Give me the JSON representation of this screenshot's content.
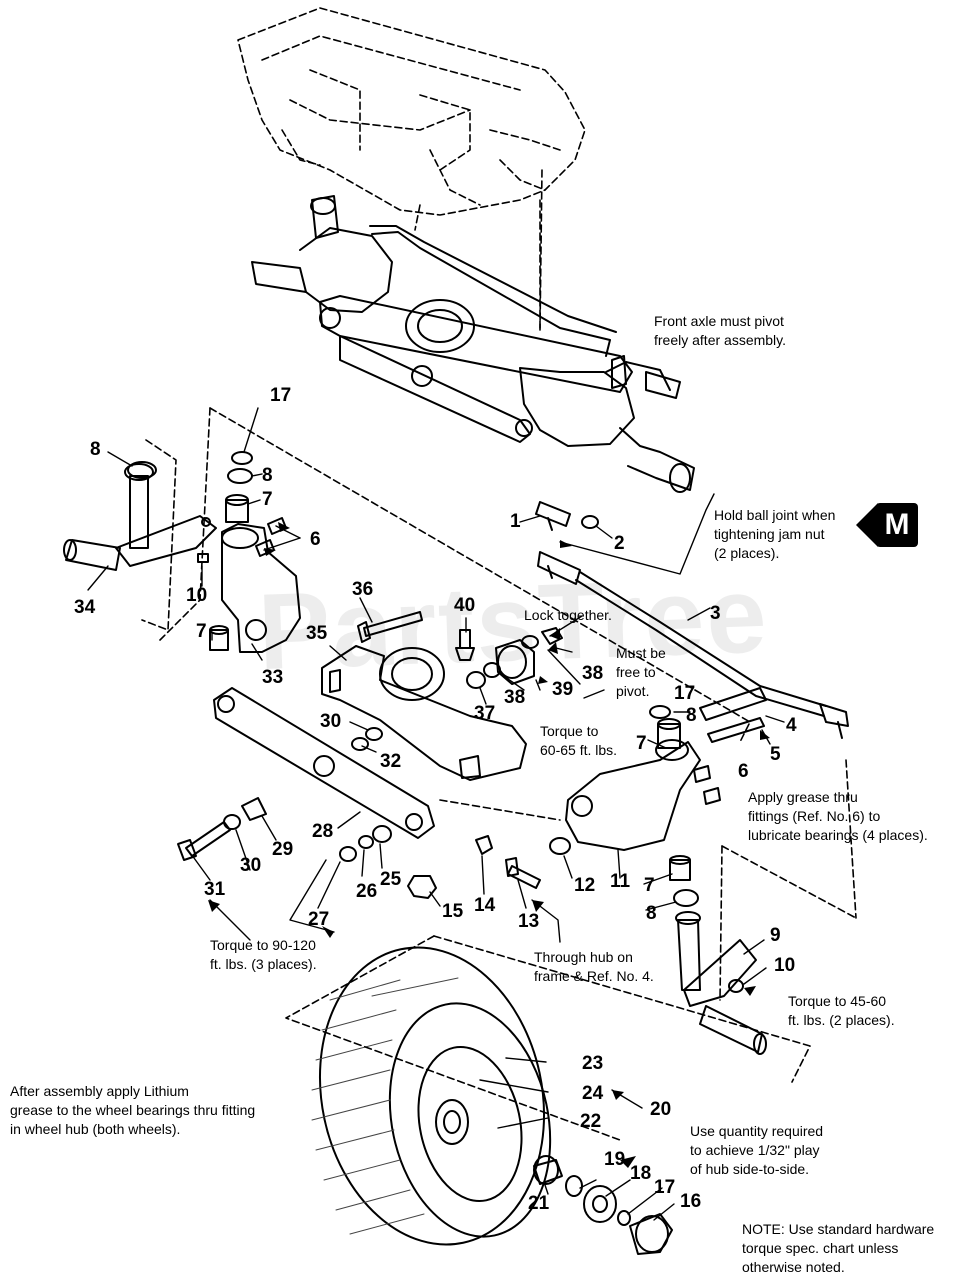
{
  "watermark": {
    "text": "PartsTree",
    "mark": "™"
  },
  "section_badge": {
    "letter": "M"
  },
  "callouts": [
    {
      "id": "c1",
      "label": "1"
    },
    {
      "id": "c2",
      "label": "2"
    },
    {
      "id": "c3",
      "label": "3"
    },
    {
      "id": "c4",
      "label": "4"
    },
    {
      "id": "c5",
      "label": "5"
    },
    {
      "id": "c6a",
      "label": "6"
    },
    {
      "id": "c6b",
      "label": "6"
    },
    {
      "id": "c7a",
      "label": "7"
    },
    {
      "id": "c7b",
      "label": "7"
    },
    {
      "id": "c7c",
      "label": "7"
    },
    {
      "id": "c7d",
      "label": "7"
    },
    {
      "id": "c8a",
      "label": "8"
    },
    {
      "id": "c8b",
      "label": "8"
    },
    {
      "id": "c8c",
      "label": "8"
    },
    {
      "id": "c8d",
      "label": "8"
    },
    {
      "id": "c9",
      "label": "9"
    },
    {
      "id": "c10a",
      "label": "10"
    },
    {
      "id": "c10b",
      "label": "10"
    },
    {
      "id": "c11",
      "label": "11"
    },
    {
      "id": "c12",
      "label": "12"
    },
    {
      "id": "c13",
      "label": "13"
    },
    {
      "id": "c14",
      "label": "14"
    },
    {
      "id": "c15",
      "label": "15"
    },
    {
      "id": "c16",
      "label": "16"
    },
    {
      "id": "c17a",
      "label": "17"
    },
    {
      "id": "c17b",
      "label": "17"
    },
    {
      "id": "c17c",
      "label": "17"
    },
    {
      "id": "c18",
      "label": "18"
    },
    {
      "id": "c19",
      "label": "19"
    },
    {
      "id": "c20",
      "label": "20"
    },
    {
      "id": "c21",
      "label": "21"
    },
    {
      "id": "c22",
      "label": "22"
    },
    {
      "id": "c23",
      "label": "23"
    },
    {
      "id": "c24",
      "label": "24"
    },
    {
      "id": "c25",
      "label": "25"
    },
    {
      "id": "c26",
      "label": "26"
    },
    {
      "id": "c27",
      "label": "27"
    },
    {
      "id": "c28",
      "label": "28"
    },
    {
      "id": "c29",
      "label": "29"
    },
    {
      "id": "c30a",
      "label": "30"
    },
    {
      "id": "c30b",
      "label": "30"
    },
    {
      "id": "c31",
      "label": "31"
    },
    {
      "id": "c32",
      "label": "32"
    },
    {
      "id": "c33",
      "label": "33"
    },
    {
      "id": "c34",
      "label": "34"
    },
    {
      "id": "c35",
      "label": "35"
    },
    {
      "id": "c36",
      "label": "36"
    },
    {
      "id": "c37",
      "label": "37"
    },
    {
      "id": "c38a",
      "label": "38"
    },
    {
      "id": "c38b",
      "label": "38"
    },
    {
      "id": "c39",
      "label": "39"
    },
    {
      "id": "c40",
      "label": "40"
    }
  ],
  "notes": {
    "front_axle": [
      "Front axle must pivot",
      "freely after assembly."
    ],
    "ball_joint": [
      "Hold ball joint when",
      "tightening jam nut",
      "(2 places)."
    ],
    "lock_together": [
      "Lock together."
    ],
    "free_to_pivot": [
      "Must be",
      "free to",
      "pivot."
    ],
    "torque_60": [
      "Torque to",
      "60-65 ft. lbs."
    ],
    "grease_fittings": [
      "Apply grease thru",
      "fittings (Ref. No. 6) to",
      "lubricate bearings (4 places)."
    ],
    "torque_90": [
      "Torque to 90-120",
      "ft. lbs. (3 places)."
    ],
    "through_hub": [
      "Through hub on",
      "frame & Ref. No. 4."
    ],
    "torque_45": [
      "Torque to 45-60",
      "ft. lbs. (2 places)."
    ],
    "lithium": [
      "After assembly apply Lithium",
      "grease to the wheel bearings thru fitting",
      "in wheel hub (both wheels)."
    ],
    "quantity": [
      "Use quantity required",
      "to achieve 1/32\" play",
      "of hub side-to-side."
    ],
    "standard_hw": [
      "NOTE: Use standard hardware",
      "torque spec. chart unless",
      "otherwise noted."
    ]
  }
}
